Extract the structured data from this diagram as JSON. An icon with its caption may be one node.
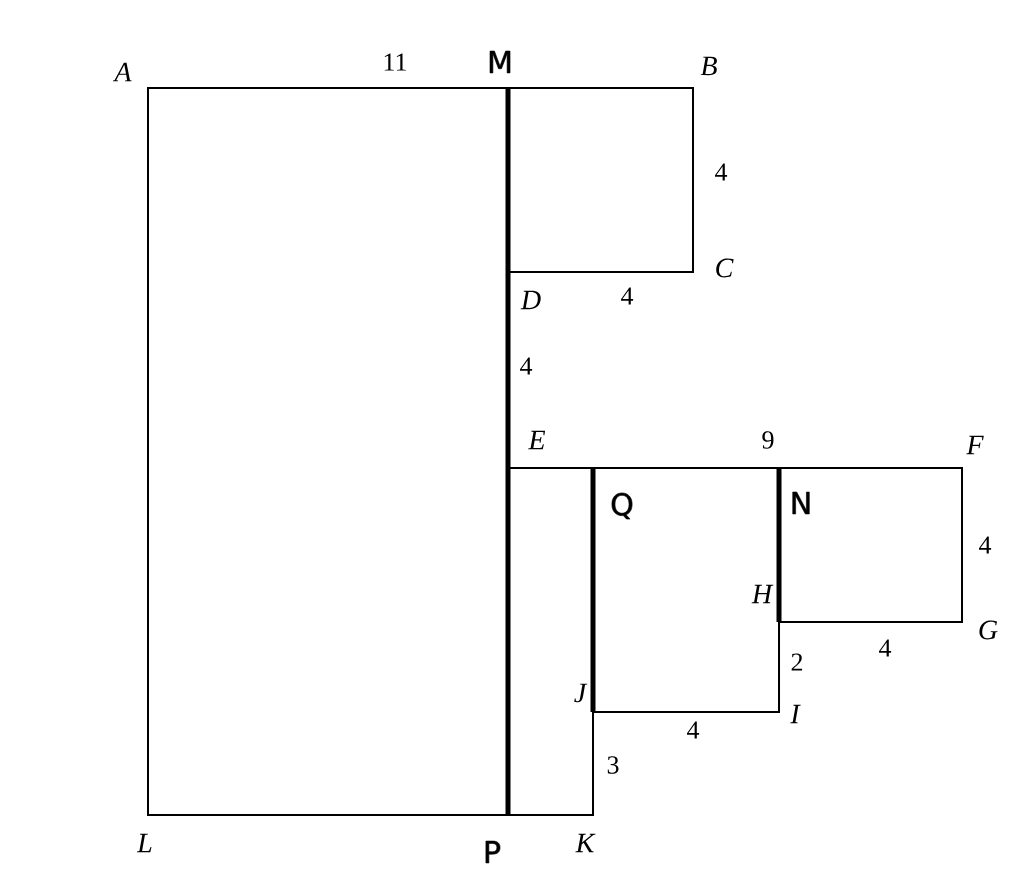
{
  "diagram": {
    "nodes": [
      {
        "text": [
          "M"
        ]
      },
      {
        "text": [
          "P"
        ]
      },
      {
        "text": [
          "Q"
        ]
      },
      {
        "text": [
          "J"
        ]
      },
      {
        "text": [
          "N"
        ]
      },
      {
        "text": [
          "H"
        ]
      }
    ],
    "edges": [
      {
        "from": 0,
        "to": 1,
        "arrow": "none"
      },
      {
        "from": 2,
        "to": 3,
        "arrow": "none"
      },
      {
        "from": 4,
        "to": 5,
        "arrow": "none"
      }
    ],
    "labels": [
      "A",
      "11",
      "B",
      "4",
      "C",
      "D",
      "4",
      "4",
      "E",
      "9",
      "F",
      "4",
      "G",
      "4",
      "2",
      "I",
      "4",
      "3",
      "L",
      "K"
    ]
  }
}
